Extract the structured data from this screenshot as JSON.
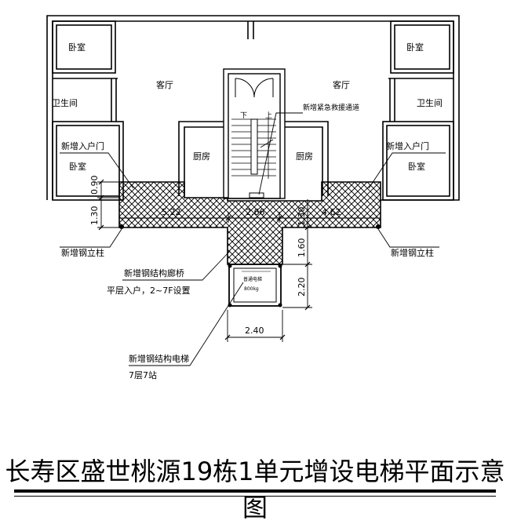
{
  "rooms": {
    "bedroom": "卧室",
    "living_room": "客厅",
    "bathroom": "卫生间",
    "kitchen": "厨房",
    "stair_down": "下",
    "stair_up": "上"
  },
  "annotations": {
    "emergency_passage": "新增紧急救援通道",
    "new_entry_door": "新增入户门",
    "new_steel_column": "新增钢立柱",
    "corridor_bridge": "新增钢结构廊桥",
    "corridor_note": "平层入户，2~7F设置",
    "elevator_structure": "新增钢结构电梯",
    "elevator_stops": "7层7站"
  },
  "elevator": {
    "type": "普通电梯",
    "capacity": "800kg"
  },
  "dimensions": {
    "d090": "0.90",
    "d130_left": "1.30",
    "d522": "5.22",
    "d266": "2.66",
    "d130_mid": "1.30",
    "d462": "4.62",
    "d160": "1.60",
    "d220": "2.20",
    "d240": "2.40"
  },
  "title": "长寿区盛世桃源19栋1单元增设电梯平面示意图"
}
